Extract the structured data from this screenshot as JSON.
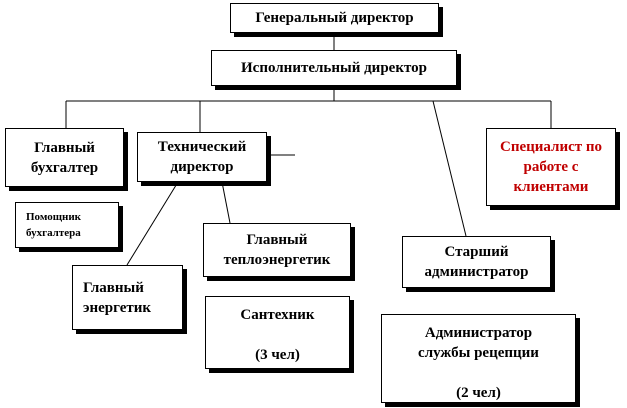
{
  "nodes": {
    "general_director": "Генеральный директор",
    "executive_director": "Исполнительный директор",
    "chief_accountant": "Главный\nбухгалтер",
    "technical_director": "Технический\nдиректор",
    "client_specialist": "Специалист по\nработе с\nклиентами",
    "assistant_accountant": "Помощник\nбухгалтера",
    "chief_heat_engineer": "Главный\nтеплоэнергетик",
    "chief_power_engineer": "Главный\nэнергетик",
    "plumber": "Сантехник\n\n(3 чел)",
    "senior_administrator": "Старший\nадминистратор",
    "reception_administrator": "Администратор\nслужбы рецепции\n\n(2 чел)"
  },
  "colors": {
    "box_border": "#000000",
    "box_shadow": "#000000",
    "text": "#000000",
    "highlight_text": "#c00000"
  }
}
